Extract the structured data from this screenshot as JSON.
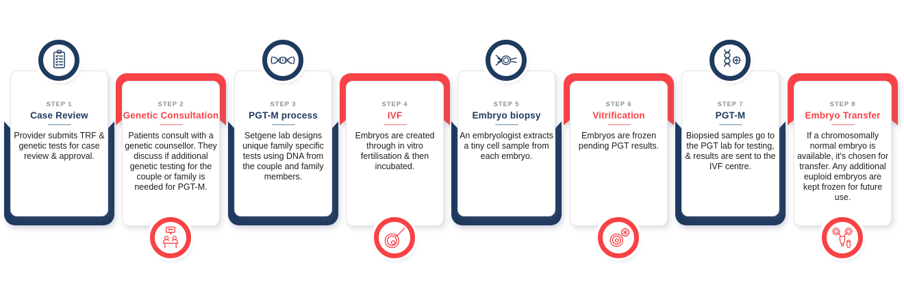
{
  "title": "PGT-M process steps infographic",
  "colors": {
    "navy": "#1e3a5e",
    "red": "#f94245",
    "navy_underline": "#a9bdce",
    "red_underline": "#f8b2b0",
    "label_gray": "#8e9095",
    "body_text": "#1b1b1e",
    "card_border": "#e3e4e8"
  },
  "steps": [
    {
      "label": "STEP 1",
      "title": "Case Review",
      "description": "Provider submits TRF & genetic tests for case review & approval.",
      "theme": "navy",
      "icon": "clipboard-checklist-icon"
    },
    {
      "label": "STEP 2",
      "title": "Genetic Consultation",
      "description": "Patients consult with a genetic counsellor. They discuss if additional genetic testing for the couple or family is needed for PGT-M.",
      "theme": "red",
      "icon": "genetic-counselling-icon"
    },
    {
      "label": "STEP 3",
      "title": "PGT-M process",
      "description": "Setgene lab designs unique family specific tests using DNA from the couple and family members.",
      "theme": "navy",
      "icon": "dna-strand-icon"
    },
    {
      "label": "STEP 4",
      "title": "IVF",
      "description": "Embryos are created through in vitro fertilisation & then incubated.",
      "theme": "red",
      "icon": "ivf-needle-egg-icon"
    },
    {
      "label": "STEP 5",
      "title": "Embryo biopsy",
      "description": "An embryologist extracts a tiny cell sample from each embryo.",
      "theme": "navy",
      "icon": "embryo-biopsy-icon"
    },
    {
      "label": "STEP 6",
      "title": "Vitrification",
      "description": "Embryos are frozen pending PGT results.",
      "theme": "red",
      "icon": "frozen-cell-icon"
    },
    {
      "label": "STEP 7",
      "title": "PGT-M",
      "description": "Biopsied samples go to the PGT lab for testing, & results are sent to the IVF centre.",
      "theme": "navy",
      "icon": "dna-analysis-icon"
    },
    {
      "label": "STEP 8",
      "title": "Embryo Transfer",
      "description": "If a chromosomally normal embryo is available, it's chosen for transfer. Any additional euploid embryos are kept frozen for future use.",
      "theme": "red",
      "icon": "uterus-test-tube-icon"
    }
  ]
}
